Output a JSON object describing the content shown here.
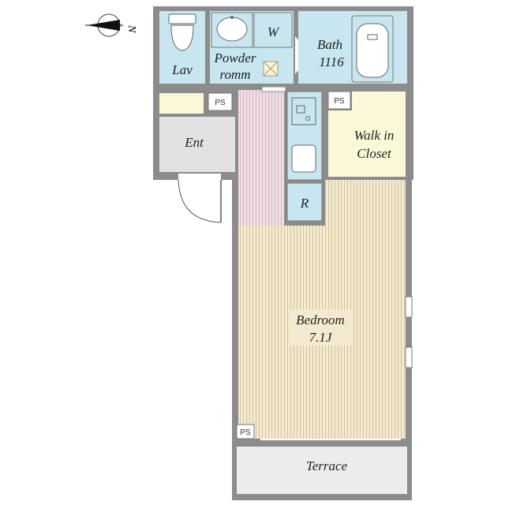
{
  "compass": {
    "north_label": "N"
  },
  "rooms": {
    "lav": "Lav",
    "powder_room": [
      "Powder",
      "romm"
    ],
    "washer": "W",
    "bath": [
      "Bath",
      "1116"
    ],
    "entrance": "Ent",
    "walk_in_closet": [
      "Walk in",
      "Closet"
    ],
    "refrigerator": "R",
    "bedroom": [
      "Bedroom",
      "7.1J"
    ],
    "terrace": "Terrace"
  },
  "pipe_spaces": [
    "PS",
    "PS",
    "PS"
  ],
  "colors": {
    "wet_area": "#c7e6ef",
    "closet": "#fbf8d8",
    "bedroom_floor": "#f3ead0",
    "hall_floor": "#f2dfe6",
    "entrance": "#e2e2e2",
    "terrace": "#ececec",
    "wall": "#8c8c8c"
  }
}
